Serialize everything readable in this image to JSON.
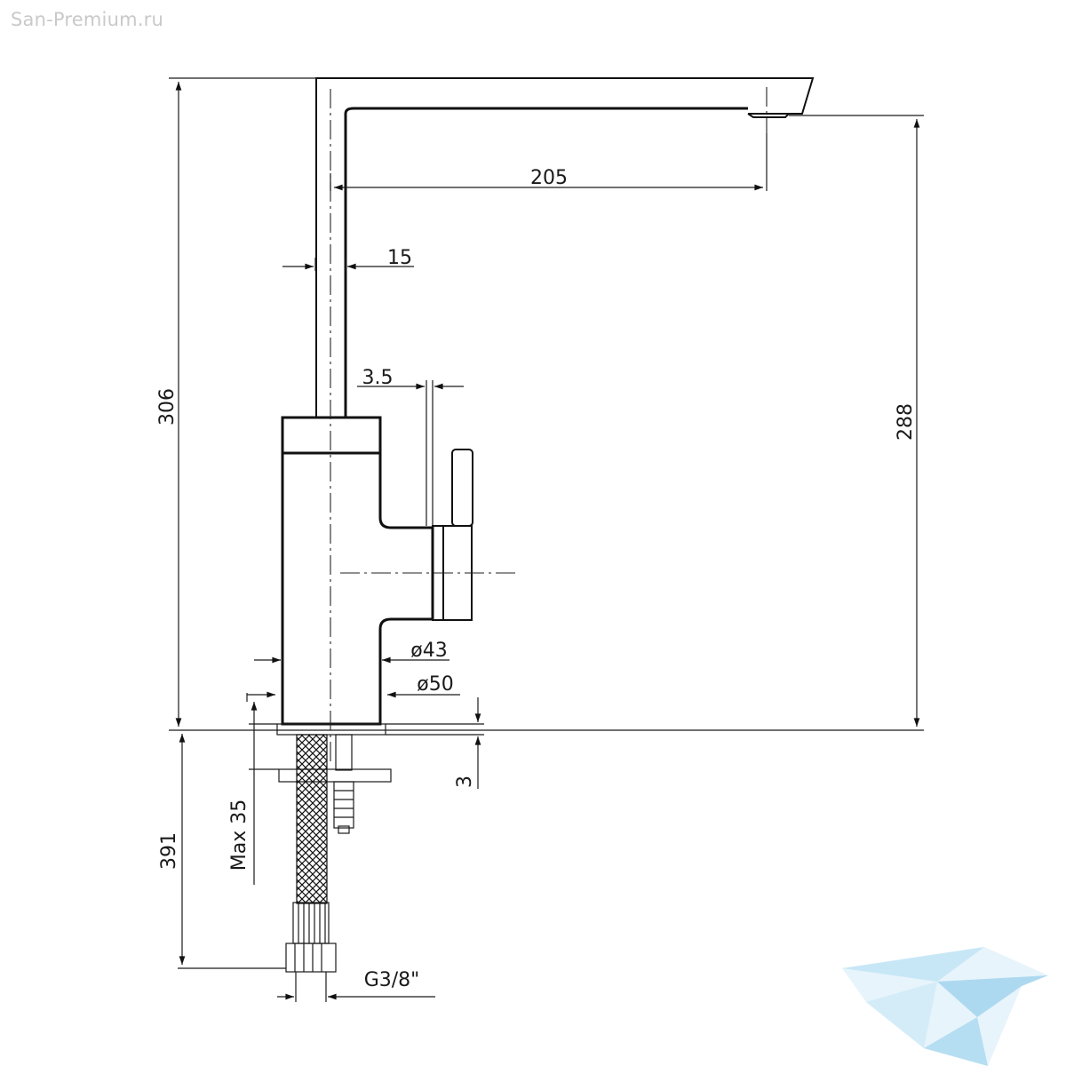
{
  "watermark": {
    "site": "San-Premium.ru"
  },
  "dimensions": {
    "total_height": "306",
    "spout_height": "288",
    "spout_reach": "205",
    "spout_width": "15",
    "handle_offset": "3.5",
    "body_diameter": "ø43",
    "base_diameter": "ø50",
    "base_thickness": "3",
    "max_counter_thickness": "Max 35",
    "hose_length": "391",
    "thread_size": "G3/8\""
  },
  "colors": {
    "line": "#111111",
    "watermark_logo": "#9fd3ee"
  }
}
